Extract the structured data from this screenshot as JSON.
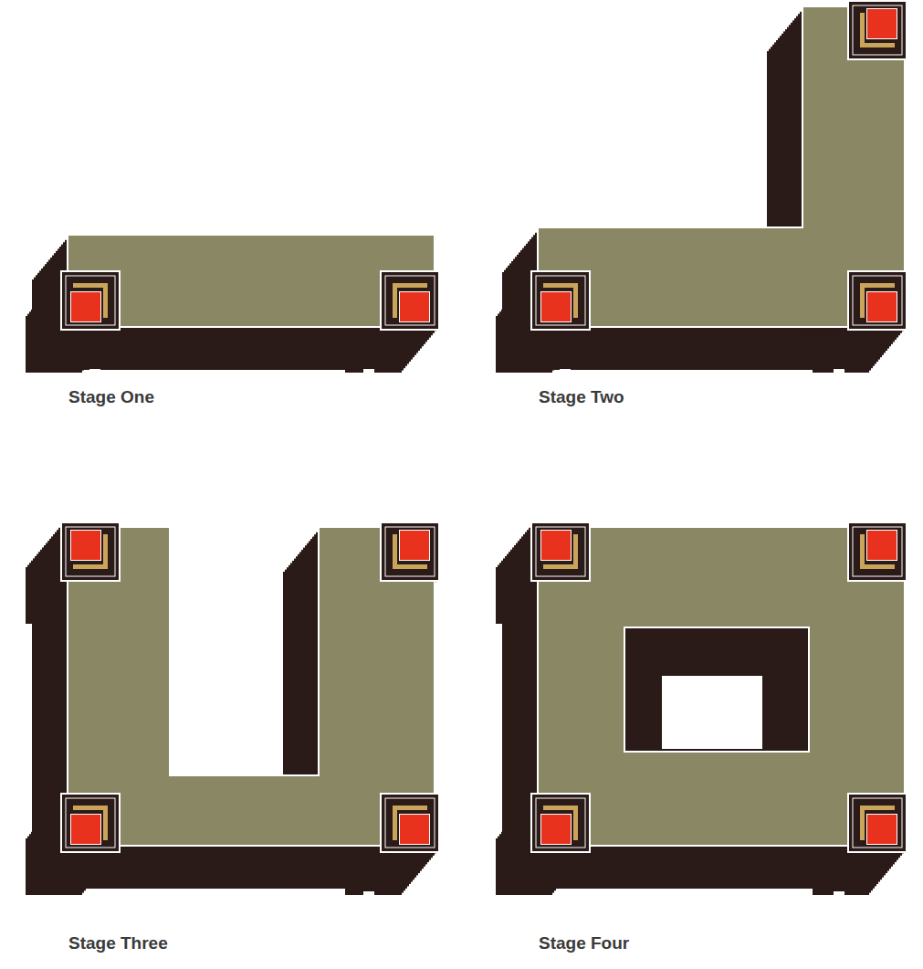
{
  "diagram": {
    "labels": [
      "Stage One",
      "Stage Two",
      "Stage Three",
      "Stage Four"
    ]
  }
}
